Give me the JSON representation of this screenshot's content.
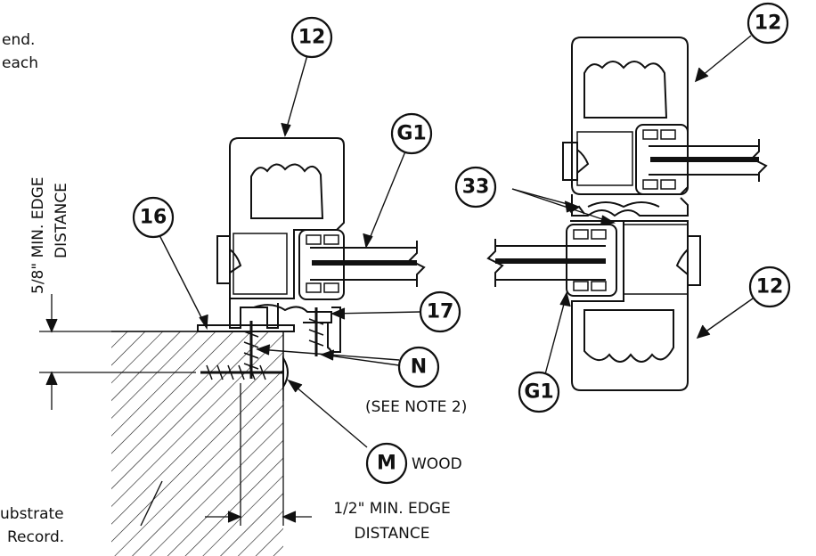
{
  "notes": {
    "top_left_line1": "end.",
    "top_left_line2": "each",
    "bottom_left_line1": "ubstrate",
    "bottom_left_line2": "Record."
  },
  "dimensions": {
    "vertical_line1": "5/8\" MIN. EDGE",
    "vertical_line2": "DISTANCE",
    "horizontal_line1": "1/2\" MIN. EDGE",
    "horizontal_line2": "DISTANCE"
  },
  "callouts": {
    "c12_left": "12",
    "c12_top_right": "12",
    "c12_bottom_right": "12",
    "g1_left": "G1",
    "g1_right": "G1",
    "c16": "16",
    "c17": "17",
    "c33": "33",
    "n": "N",
    "n_note": "(SEE NOTE 2)",
    "m": "M",
    "m_note": "WOOD"
  },
  "colors": {
    "ink": "#111111",
    "paper": "#ffffff"
  }
}
